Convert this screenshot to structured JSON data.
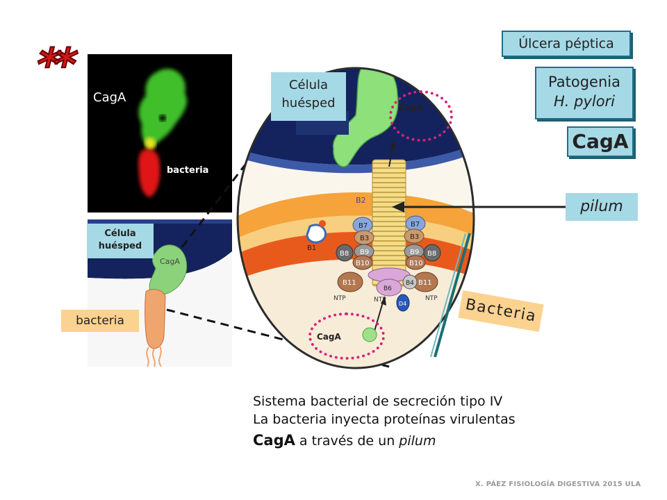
{
  "labels": {
    "stars": "**",
    "ulcera": "Úlcera péptica",
    "patogenia_line1": "Patogenia",
    "patogenia_line2": "H. pylori",
    "caga_title": "CagA",
    "pilum": "pilum",
    "bacteria_banner": "Bacteria",
    "celula_top_line1": "Célula",
    "celula_top_line2": "huésped",
    "celula_left_line1": "Célula",
    "celula_left_line2": "huésped",
    "bacteria_left": "bacteria",
    "micro_caga": "CagA",
    "micro_bacteria": "bacteria",
    "host_caga": "CagA",
    "circle_caga_top": "CagA",
    "circle_caga_bottom": "CagA",
    "proteins": {
      "b2": "B2",
      "b7l": "B7",
      "b7r": "B7",
      "b3l": "B3",
      "b3r": "B3",
      "b1": "B1",
      "b8l": "B8",
      "b8r": "B8",
      "b9l": "B9",
      "b9r": "B9",
      "b10l": "B10",
      "b10r": "B10",
      "b11l": "B11",
      "b11r": "B11",
      "b4": "B4",
      "b6": "B6",
      "d4": "D4",
      "ntp_l": "NTP",
      "ntp_c": "NTP",
      "ntp_r": "NTP"
    }
  },
  "caption": {
    "line1": "Sistema bacterial de secreción tipo IV",
    "line2": "La bacteria inyecta proteínas virulentas",
    "line3_bold": "CagA",
    "line3_mid": " a través de un ",
    "line3_italic": "pilum"
  },
  "footer": "X. PÁEZ  FISIOLOGÍA DIGESTIVA 2015 ULA",
  "colors": {
    "label_blue": "#a6d9e6",
    "label_peach": "#fcd290",
    "stars_red": "#d01818",
    "cell_navy": "#14235e",
    "cagA_green": "#7fd36b",
    "dashed_magenta": "#d6237a"
  }
}
